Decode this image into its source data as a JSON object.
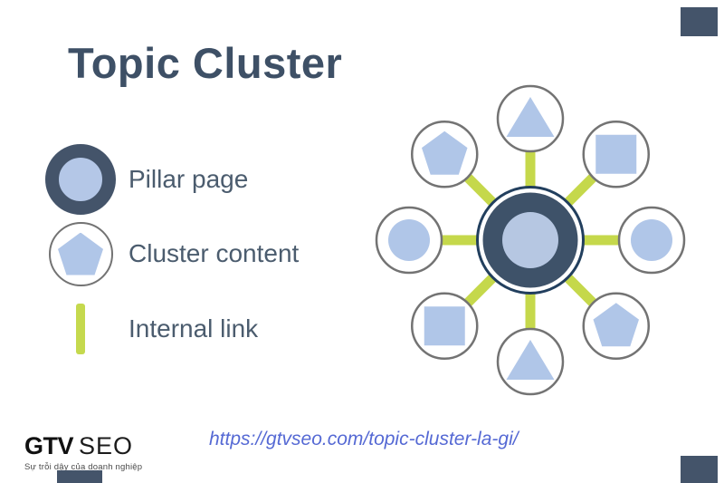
{
  "title": {
    "text": "Topic Cluster",
    "color": "#3e5066"
  },
  "legend": {
    "text_color": "#4b5c6e",
    "pillar_ring_color": "#44546a",
    "pillar_fill_color": "#b4c7e7",
    "pentagon_fill_color": "#b0c6e8",
    "bar_color": "#c5d94e",
    "items": [
      {
        "label": "Pillar page",
        "icon": "pillar-circle-icon"
      },
      {
        "label": "Cluster content",
        "icon": "pentagon-circle-icon"
      },
      {
        "label": "Internal link",
        "icon": "link-bar-icon"
      }
    ]
  },
  "diagram": {
    "hub": {
      "meaning": "Pillar page",
      "shape": "circle"
    },
    "satellites": [
      {
        "shape": "triangle",
        "angle_deg": 270
      },
      {
        "shape": "square",
        "angle_deg": 315
      },
      {
        "shape": "circle",
        "angle_deg": 0
      },
      {
        "shape": "pentagon",
        "angle_deg": 45
      },
      {
        "shape": "triangle",
        "angle_deg": 90
      },
      {
        "shape": "square",
        "angle_deg": 135
      },
      {
        "shape": "circle",
        "angle_deg": 180
      },
      {
        "shape": "pentagon",
        "angle_deg": 225
      }
    ],
    "colors": {
      "spoke": "#c5d84b",
      "hub_ring": "#223f5e",
      "hub_disc": "#3e5269",
      "hub_center": "#b6c7e2",
      "satellite_outline": "#737373",
      "satellite_fill": "#ffffff",
      "shape_fill": "#b0c6e8"
    }
  },
  "footer": {
    "logo": {
      "brand_primary": "GTV",
      "brand_secondary": "SEO",
      "tagline": "Sự trỗi dậy của doanh nghiệp"
    },
    "url": "https://gtvseo.com/topic-cluster-la-gi/",
    "url_color": "#5569d4"
  },
  "accents": {
    "color": "#44546a"
  }
}
